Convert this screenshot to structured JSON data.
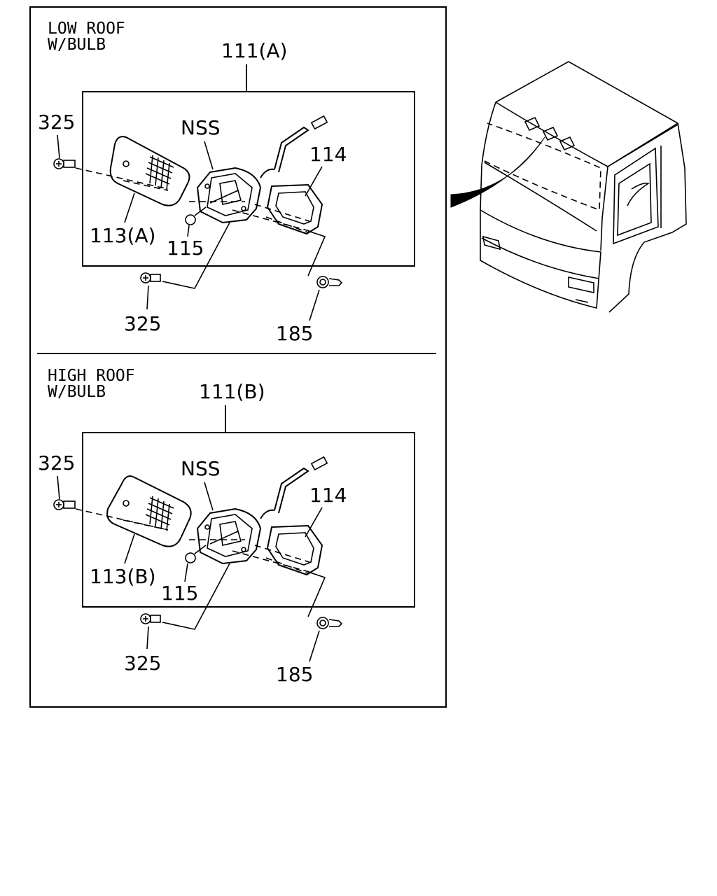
{
  "sections": [
    {
      "caption_line1": "LOW ROOF",
      "caption_line2": "W/BULB",
      "assembly_label": "111(A)",
      "callouts": {
        "screw_left": "325",
        "nss": "NSS",
        "gasket": "114",
        "lens": "113(A)",
        "bulb": "115",
        "screw_bottom": "325",
        "clip": "185"
      }
    },
    {
      "caption_line1": "HIGH ROOF",
      "caption_line2": "W/BULB",
      "assembly_label": "111(B)",
      "callouts": {
        "screw_left": "325",
        "nss": "NSS",
        "gasket": "114",
        "lens": "113(B)",
        "bulb": "115",
        "screw_bottom": "325",
        "clip": "185"
      }
    }
  ]
}
